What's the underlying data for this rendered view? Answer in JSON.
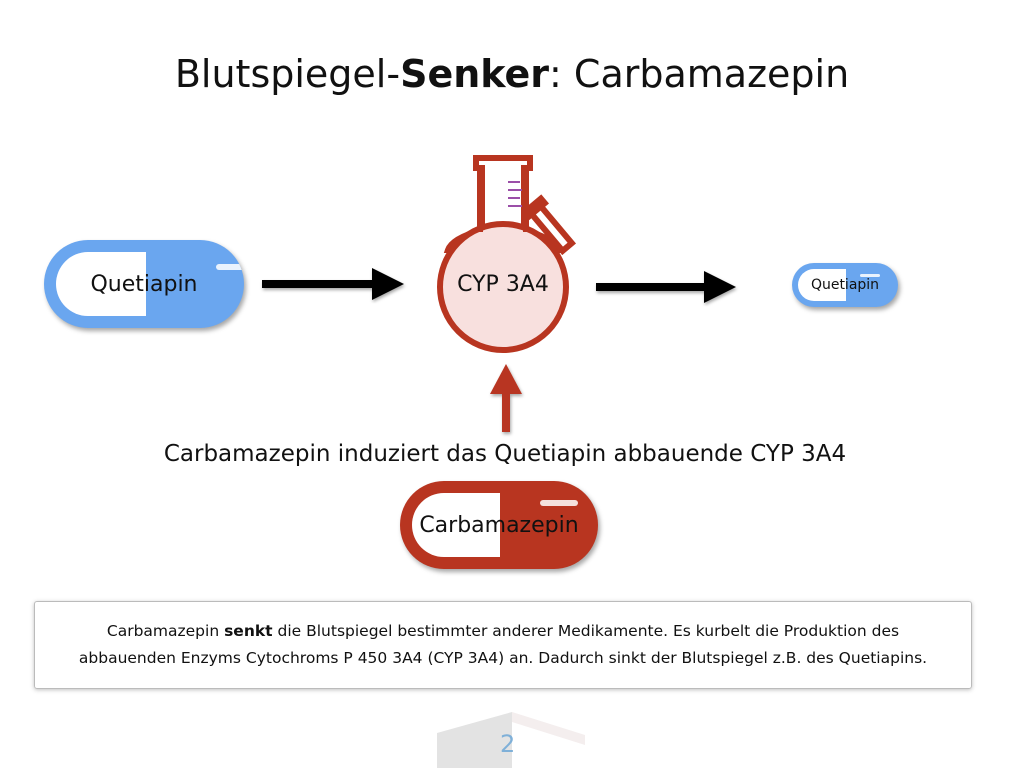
{
  "title": {
    "prefix": "Blutspiegel-",
    "bold": "Senker",
    "suffix": ": Carbamazepin"
  },
  "pill_left": {
    "label": "Quetiapin",
    "color": "#6aa6ef"
  },
  "enzyme": {
    "label": "CYP 3A4",
    "color": "#b83520",
    "fill": "#f8e0de"
  },
  "pill_right": {
    "label": "Quetiapin",
    "color": "#6aa6ef"
  },
  "caption": "Carbamazepin induziert das Quetiapin abbauende  CYP 3A4",
  "pill_bottom": {
    "label": "Carbamazepin",
    "color": "#b83520"
  },
  "info": {
    "part1": "Carbamazepin ",
    "bold": "senkt",
    "part2": " die Blutspiegel bestimmter anderer Medikamente. Es kurbelt die Produktion des abbauenden Enzyms Cytochroms P 450 3A4 (CYP 3A4) an. Dadurch sinkt der Blutspiegel z.B. des Quetiapins."
  },
  "page_number": "2"
}
